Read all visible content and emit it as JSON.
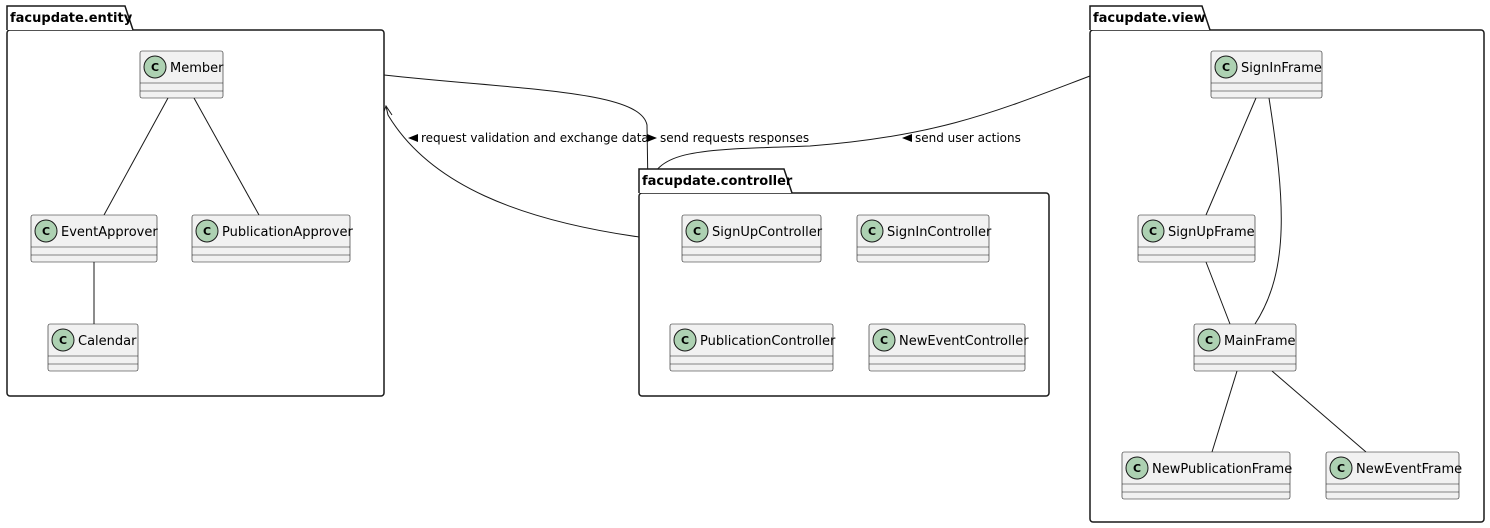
{
  "diagram": {
    "packages": [
      {
        "id": "entity",
        "title": "facupdate.entity"
      },
      {
        "id": "controller",
        "title": "facupdate.controller"
      },
      {
        "id": "view",
        "title": "facupdate.view"
      }
    ],
    "classes": [
      {
        "id": "Member",
        "stereotype": "C",
        "name": "Member"
      },
      {
        "id": "EventApprover",
        "stereotype": "C",
        "name": "EventApprover"
      },
      {
        "id": "PublicationApprover",
        "stereotype": "C",
        "name": "PublicationApprover"
      },
      {
        "id": "Calendar",
        "stereotype": "C",
        "name": "Calendar"
      },
      {
        "id": "SignUpController",
        "stereotype": "C",
        "name": "SignUpController"
      },
      {
        "id": "SignInController",
        "stereotype": "C",
        "name": "SignInController"
      },
      {
        "id": "PublicationController",
        "stereotype": "C",
        "name": "PublicationController"
      },
      {
        "id": "NewEventController",
        "stereotype": "C",
        "name": "NewEventController"
      },
      {
        "id": "SignInFrame",
        "stereotype": "C",
        "name": "SignInFrame"
      },
      {
        "id": "SignUpFrame",
        "stereotype": "C",
        "name": "SignUpFrame"
      },
      {
        "id": "MainFrame",
        "stereotype": "C",
        "name": "MainFrame"
      },
      {
        "id": "NewPublicationFrame",
        "stereotype": "C",
        "name": "NewPublicationFrame"
      },
      {
        "id": "NewEventFrame",
        "stereotype": "C",
        "name": "NewEventFrame"
      }
    ],
    "associations": [
      {
        "from": "Member",
        "to": "EventApprover"
      },
      {
        "from": "Member",
        "to": "PublicationApprover"
      },
      {
        "from": "EventApprover",
        "to": "Calendar"
      },
      {
        "from": "SignInFrame",
        "to": "SignUpFrame"
      },
      {
        "from": "SignInFrame",
        "to": "MainFrame"
      },
      {
        "from": "SignUpFrame",
        "to": "MainFrame"
      },
      {
        "from": "MainFrame",
        "to": "NewPublicationFrame"
      },
      {
        "from": "MainFrame",
        "to": "NewEventFrame"
      }
    ],
    "dependencies": [
      {
        "id": "entity-controller",
        "from": "entity",
        "to": "controller",
        "label": "send requests responses",
        "direction": "right"
      },
      {
        "id": "controller-entity",
        "from": "controller",
        "to": "entity",
        "label": "request validation and exchange data",
        "direction": "left"
      },
      {
        "id": "view-controller",
        "from": "view",
        "to": "controller",
        "label": "send user actions",
        "direction": "left"
      }
    ],
    "colors": {
      "class_fill": "#f1f1f1",
      "stereotype_circle": "#add1b2",
      "stroke": "#181818",
      "background": "#ffffff"
    }
  }
}
